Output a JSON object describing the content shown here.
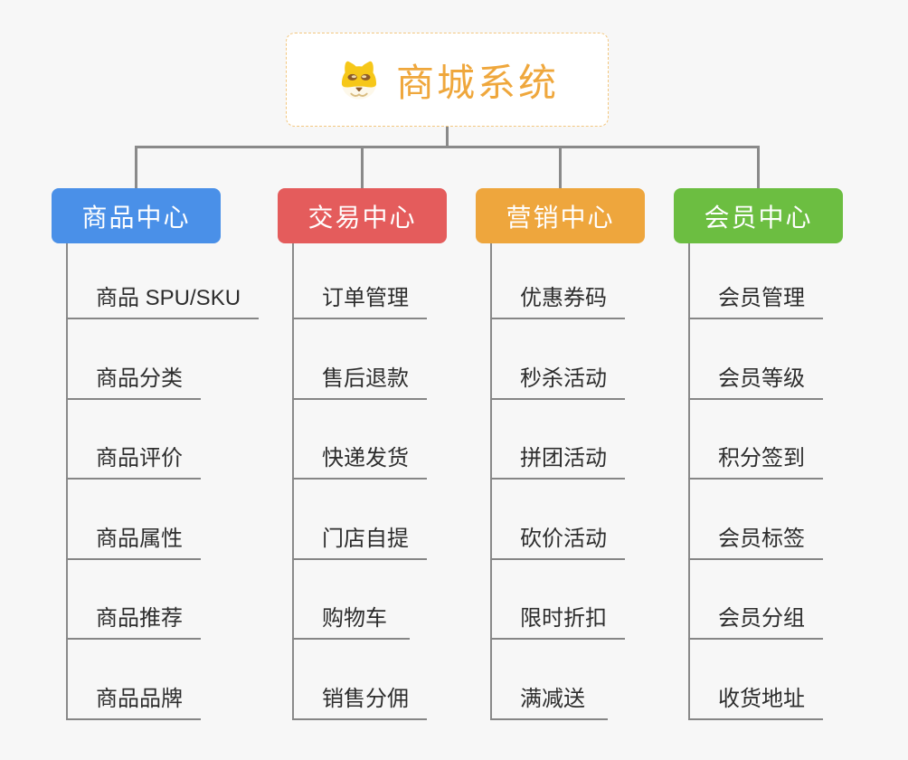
{
  "root": {
    "title": "商城系统",
    "icon": "doge-icon",
    "title_color": "#EFA73C",
    "border_color": "#F3C77F"
  },
  "connector_color": "#8A8A8A",
  "background_color": "#F7F7F7",
  "branches": [
    {
      "label": "商品中心",
      "color": "#4A90E8",
      "children": [
        "商品 SPU/SKU",
        "商品分类",
        "商品评价",
        "商品属性",
        "商品推荐",
        "商品品牌"
      ]
    },
    {
      "label": "交易中心",
      "color": "#E45C5C",
      "children": [
        "订单管理",
        "售后退款",
        "快递发货",
        "门店自提",
        "购物车",
        "销售分佣"
      ]
    },
    {
      "label": "营销中心",
      "color": "#EEA63D",
      "children": [
        "优惠券码",
        "秒杀活动",
        "拼团活动",
        "砍价活动",
        "限时折扣",
        "满减送"
      ]
    },
    {
      "label": "会员中心",
      "color": "#6CBE41",
      "children": [
        "会员管理",
        "会员等级",
        "积分签到",
        "会员标签",
        "会员分组",
        "收货地址"
      ]
    }
  ]
}
